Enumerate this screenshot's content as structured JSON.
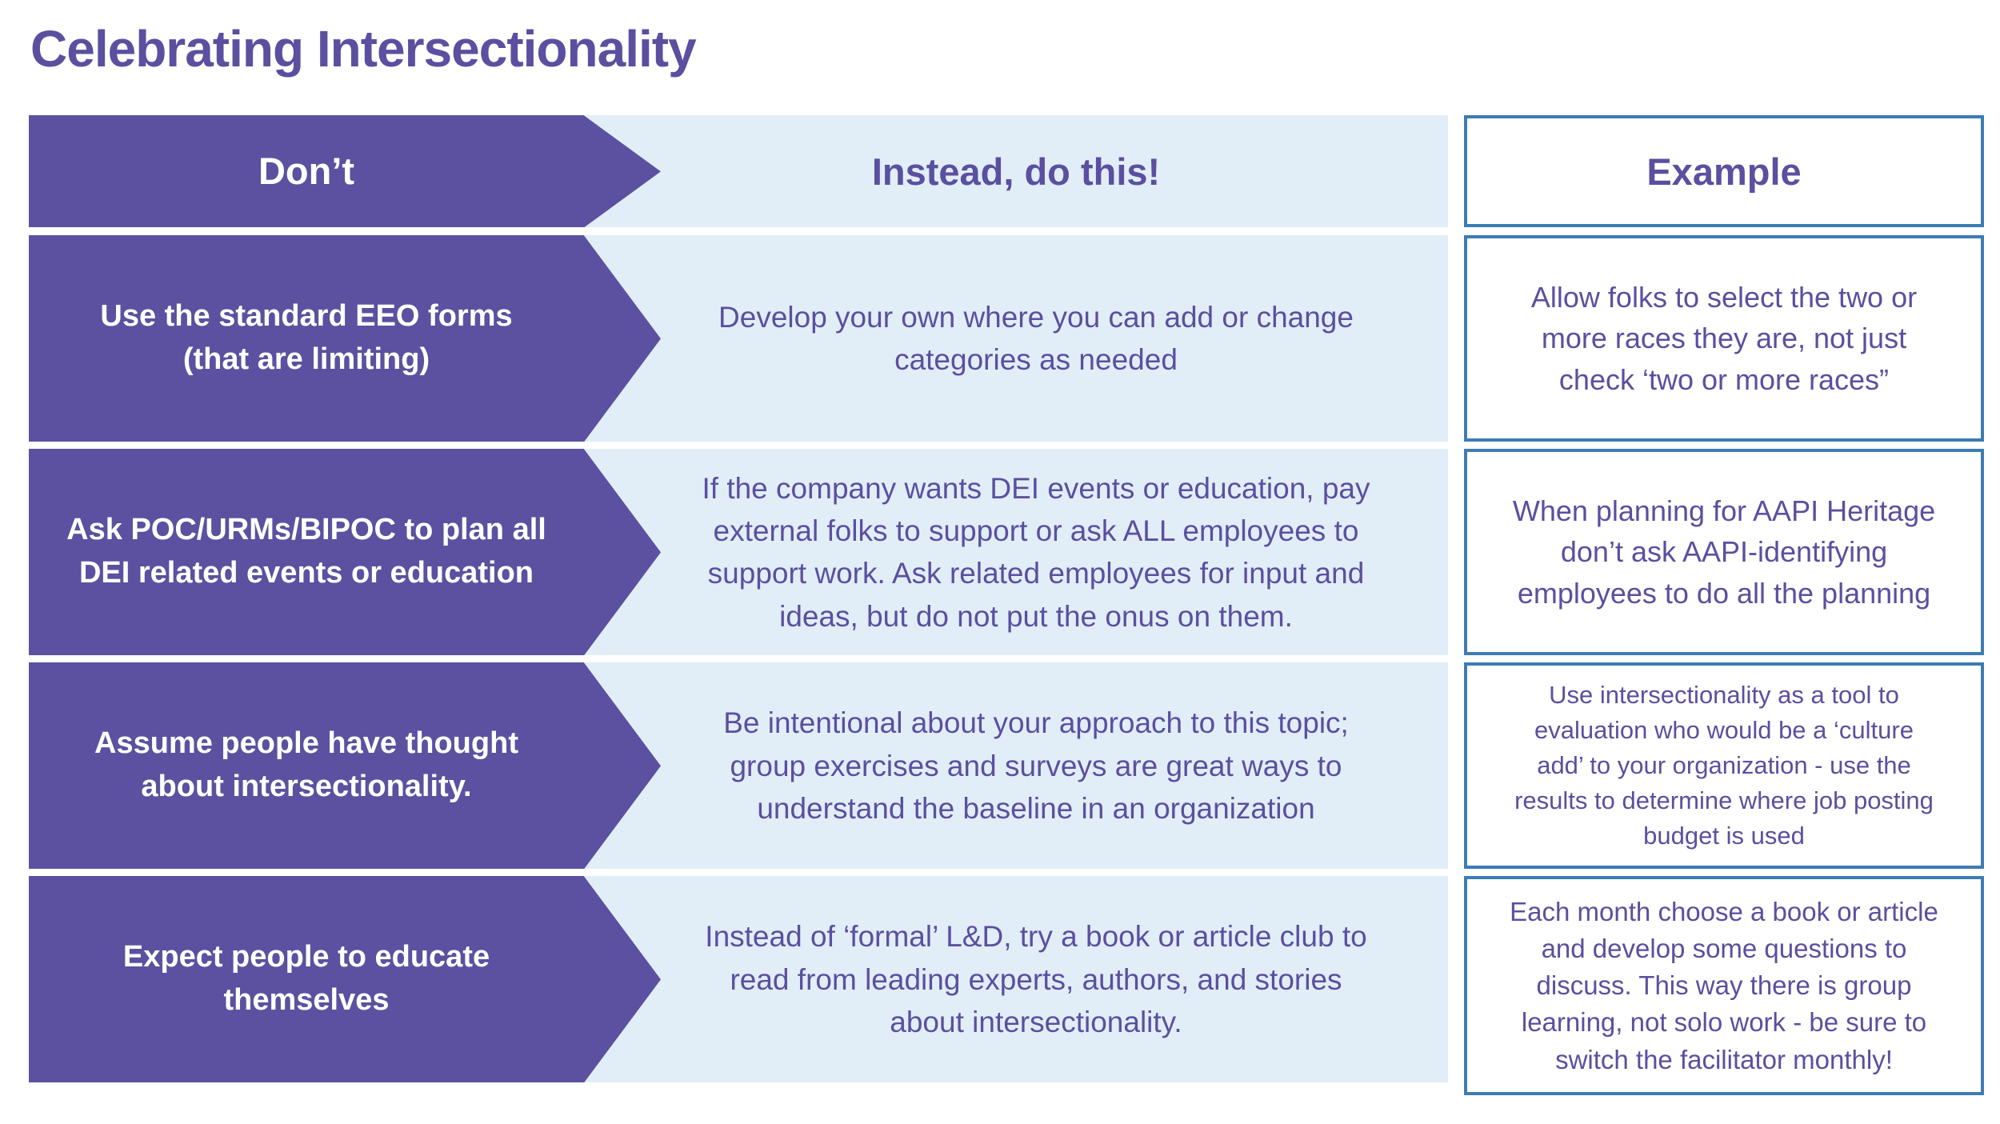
{
  "title": "Celebrating Intersectionality",
  "colors": {
    "purple": "#5b51a0",
    "light_blue": "#e1eef8",
    "example_border": "#3d7cb4",
    "body_text": "#5b4fa0",
    "dont_text": "#ffffff"
  },
  "header": {
    "dont": "Don’t",
    "instead": "Instead, do this!",
    "example": "Example"
  },
  "rows": [
    {
      "dont": "Use the standard EEO forms\n(that are limiting)",
      "instead": "Develop your own where you can add or change\ncategories as needed",
      "example": "Allow folks to select the two or\nmore races they are, not just\ncheck ‘two or more races”"
    },
    {
      "dont": "Ask POC/URMs/BIPOC to plan all\nDEI related events or education",
      "instead": "If the company wants DEI events or education, pay\nexternal folks to support or ask ALL employees to\nsupport work. Ask related employees for input and\nideas, but do not put the onus on them.",
      "example": "When planning for AAPI Heritage\ndon’t ask AAPI-identifying\nemployees to do all the planning"
    },
    {
      "dont": "Assume people have thought\nabout intersectionality.",
      "instead": "Be intentional about your approach to this topic;\ngroup exercises and surveys are great ways to\nunderstand the baseline in an organization",
      "example": "Use intersectionality as a tool to\nevaluation who would be a ‘culture\nadd’ to your organization - use the\nresults to determine where job posting\nbudget is used"
    },
    {
      "dont": "Expect people to educate\nthemselves",
      "instead": "Instead of ‘formal’ L&D, try a book or article club to\nread from leading experts, authors, and stories\nabout intersectionality.",
      "example": "Each month choose a book or article\nand develop some questions to\ndiscuss. This way there is group\nlearning, not solo work - be sure to\nswitch the facilitator monthly!"
    }
  ]
}
